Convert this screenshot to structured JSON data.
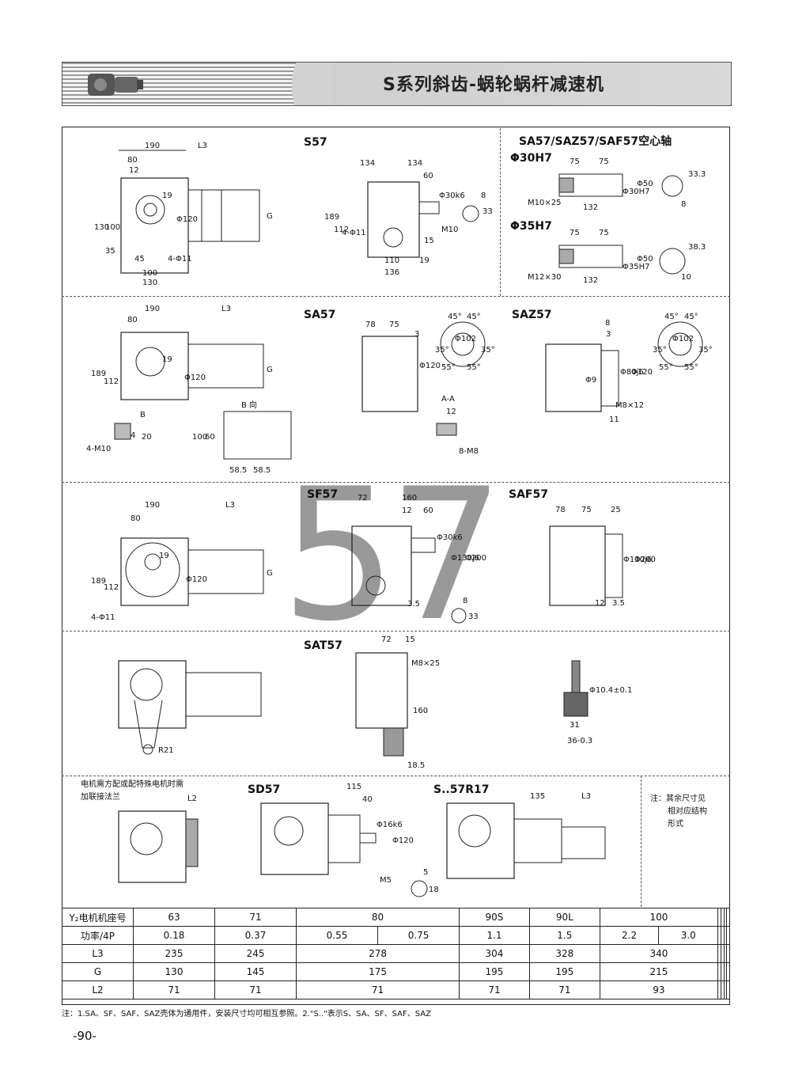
{
  "header": {
    "title": "S系列斜齿-蜗轮蜗杆减速机"
  },
  "sections": {
    "s57": {
      "label": "S57",
      "dims": [
        "190",
        "80",
        "12",
        "L3",
        "G",
        "19",
        "Φ120",
        "130",
        "100",
        "35",
        "45",
        "4-Φ11",
        "100",
        "130",
        "134",
        "134",
        "60",
        "Φ30k6",
        "8",
        "33",
        "M10",
        "189",
        "112",
        "4-Φ11",
        "15",
        "110",
        "19",
        "136"
      ]
    },
    "hollow_shaft": {
      "label": "SA57/SAZ57/SAF57空心轴",
      "sub1": "Φ30H7",
      "sub2": "Φ35H7",
      "dims1": [
        "75",
        "75",
        "M10×25",
        "132",
        "Φ30H7",
        "Φ50",
        "33.3",
        "8"
      ],
      "dims2": [
        "75",
        "75",
        "M12×30",
        "132",
        "Φ35H7",
        "Φ50",
        "38.3",
        "10"
      ]
    },
    "sa57": {
      "label": "SA57",
      "dims": [
        "190",
        "L3",
        "80",
        "G",
        "19",
        "Φ120",
        "189",
        "112",
        "B",
        "B 向",
        "100",
        "60",
        "58.5",
        "58.5",
        "4-M10",
        "20",
        "4",
        "78",
        "75",
        "3",
        "Φ120",
        "45°",
        "45°",
        "35°",
        "35°",
        "55°",
        "55°",
        "Φ102",
        "A-A",
        "12",
        "8-M8"
      ]
    },
    "saz57": {
      "label": "SAZ57",
      "dims": [
        "8",
        "3",
        "Φ80j6",
        "Φ120",
        "Φ9",
        "M8×12",
        "11",
        "45°",
        "45°",
        "35°",
        "35°",
        "55°",
        "55°",
        "Φ102"
      ]
    },
    "sf57": {
      "label": "SF57",
      "dims": [
        "190",
        "L3",
        "80",
        "19",
        "Φ120",
        "G",
        "189",
        "112",
        "4-Φ11",
        "72",
        "160",
        "12",
        "60",
        "Φ30k6",
        "Φ130j6",
        "Φ200",
        "Φ165",
        "8",
        "33",
        "3.5"
      ]
    },
    "saf57": {
      "label": "SAF57",
      "dims": [
        "78",
        "75",
        "25",
        "Φ130j6",
        "Φ200",
        "12",
        "3.5"
      ]
    },
    "sat57": {
      "label": "SAT57",
      "dims": [
        "72",
        "15",
        "M8×25",
        "160",
        "18.5",
        "R21",
        "Φ10.4±0.1",
        "31",
        "36-0.3"
      ]
    },
    "motor_note": {
      "line1": "电机需方配或配特殊电机时需",
      "line2": "加联接法兰",
      "dim": "L2"
    },
    "sd57": {
      "label": "SD57",
      "dims": [
        "115",
        "40",
        "Φ16k6",
        "Φ120",
        "M5",
        "5",
        "18"
      ]
    },
    "s57r17": {
      "label": "S..57R17",
      "dims": [
        "135",
        "L3"
      ]
    },
    "remark": {
      "line1": "注：其余尺寸见",
      "line2": "相对应结构",
      "line3": "形式"
    },
    "watermark": "57"
  },
  "table": {
    "rows": [
      {
        "head": "Y₂电机机座号",
        "cells": [
          "63",
          "71",
          "80",
          "",
          "90S",
          "90L",
          "100",
          "",
          "",
          "",
          "",
          ""
        ]
      },
      {
        "head": "功率/4P",
        "cells": [
          "0.18",
          "0.37",
          "0.55",
          "0.75",
          "1.1",
          "1.5",
          "2.2",
          "3.0",
          "",
          "",
          "",
          ""
        ]
      },
      {
        "head": "L3",
        "cells": [
          "235",
          "245",
          "278",
          "",
          "304",
          "328",
          "340",
          "",
          "",
          "",
          "",
          ""
        ]
      },
      {
        "head": "G",
        "cells": [
          "130",
          "145",
          "175",
          "",
          "195",
          "195",
          "215",
          "",
          "",
          "",
          "",
          ""
        ]
      },
      {
        "head": "L2",
        "cells": [
          "71",
          "71",
          "71",
          "",
          "71",
          "71",
          "93",
          "",
          "",
          "",
          "",
          ""
        ]
      }
    ]
  },
  "footnote": "注：1.SA、SF、SAF、SAZ壳体为通用件，安装尺寸均可相互参照。2.\"S..\"表示S、SA、SF、SAF、SAZ",
  "page_number": "-90-"
}
